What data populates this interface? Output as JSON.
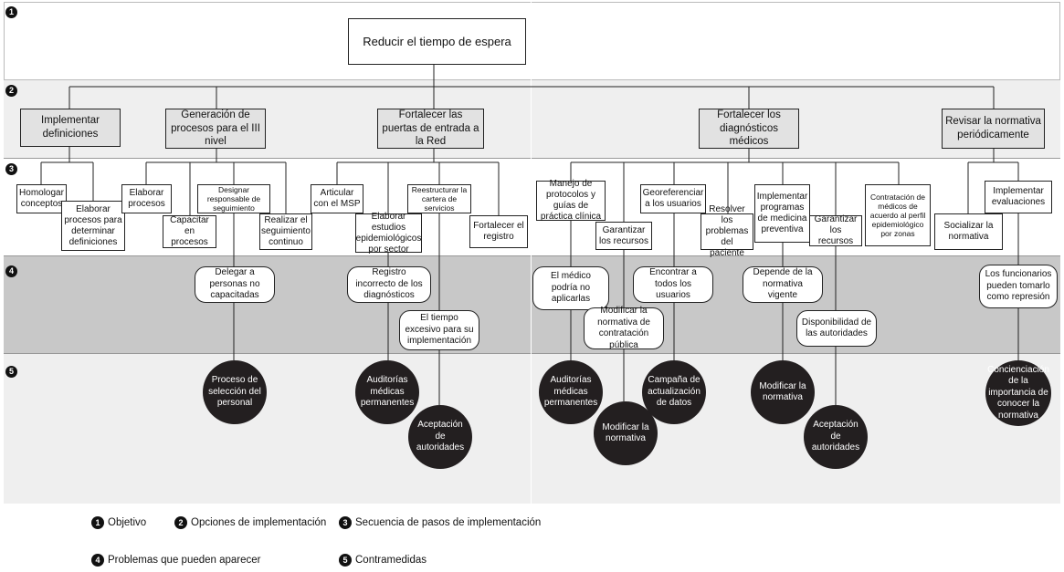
{
  "colors": {
    "band1": "#ffffff",
    "band2": "#efefef",
    "band3": "#ffffff",
    "band4": "#c8c8c8",
    "band5": "#efefef",
    "circle": "#231f20",
    "option_box": "#e2e2e2"
  },
  "band_numbers": [
    "1",
    "2",
    "3",
    "4",
    "5"
  ],
  "objective": "Reducir el tiempo de espera",
  "options": [
    "Implementar definiciones",
    "Generación de procesos para el III nivel",
    "Fortalecer las puertas de entrada a la Red",
    "Fortalecer los diagnósticos médicos",
    "Revisar la normativa periódicamente"
  ],
  "steps": [
    "Homologar conceptos",
    "Elaborar procesos para determinar definiciones",
    "Elaborar procesos",
    "Capacitar en procesos",
    "Designar responsable de seguimiento",
    "Realizar el seguimiento continuo",
    "Articular con el MSP",
    "Elaborar estudios epidemiológicos por sector",
    "Reestructurar la cartera de servicios",
    "Fortalecer el registro",
    "Manejo de protocolos y guías de práctica clínica",
    "Garantizar los recursos",
    "Georeferenciar a los usuarios",
    "Resolver los problemas del paciente",
    "Implementar programas de medicina preventiva",
    "Garantizar los recursos",
    "Contratación de médicos de acuerdo al perfil epidemiológico por zonas",
    "Socializar la normativa",
    "Implementar evaluaciones"
  ],
  "problems": [
    "Delegar a personas no capacitadas",
    "Registro incorrecto de los diagnósticos",
    "El tiempo excesivo para su implementación",
    "El médico podría no aplicarlas",
    "Modificar la normativa de contratación pública",
    "Encontrar a todos los usuarios",
    "Depende de la normativa vigente",
    "Disponibilidad de las autoridades",
    "Los funcionarios pueden tomarlo como represión"
  ],
  "countermeasures": [
    "Proceso de selección del personal",
    "Auditorías médicas permanentes",
    "Aceptación de autoridades",
    "Auditorías médicas permanentes",
    "Modificar la normativa",
    "Campaña de actualización de datos",
    "Modificar la normativa",
    "Aceptación de autoridades",
    "Concienciación de la importancia de conocer la normativa"
  ],
  "legend": [
    {
      "num": "1",
      "label": "Objetivo"
    },
    {
      "num": "2",
      "label": "Opciones de implementación"
    },
    {
      "num": "3",
      "label": "Secuencia de pasos de implementación"
    },
    {
      "num": "4",
      "label": "Problemas que pueden aparecer"
    },
    {
      "num": "5",
      "label": "Contramedidas"
    }
  ]
}
